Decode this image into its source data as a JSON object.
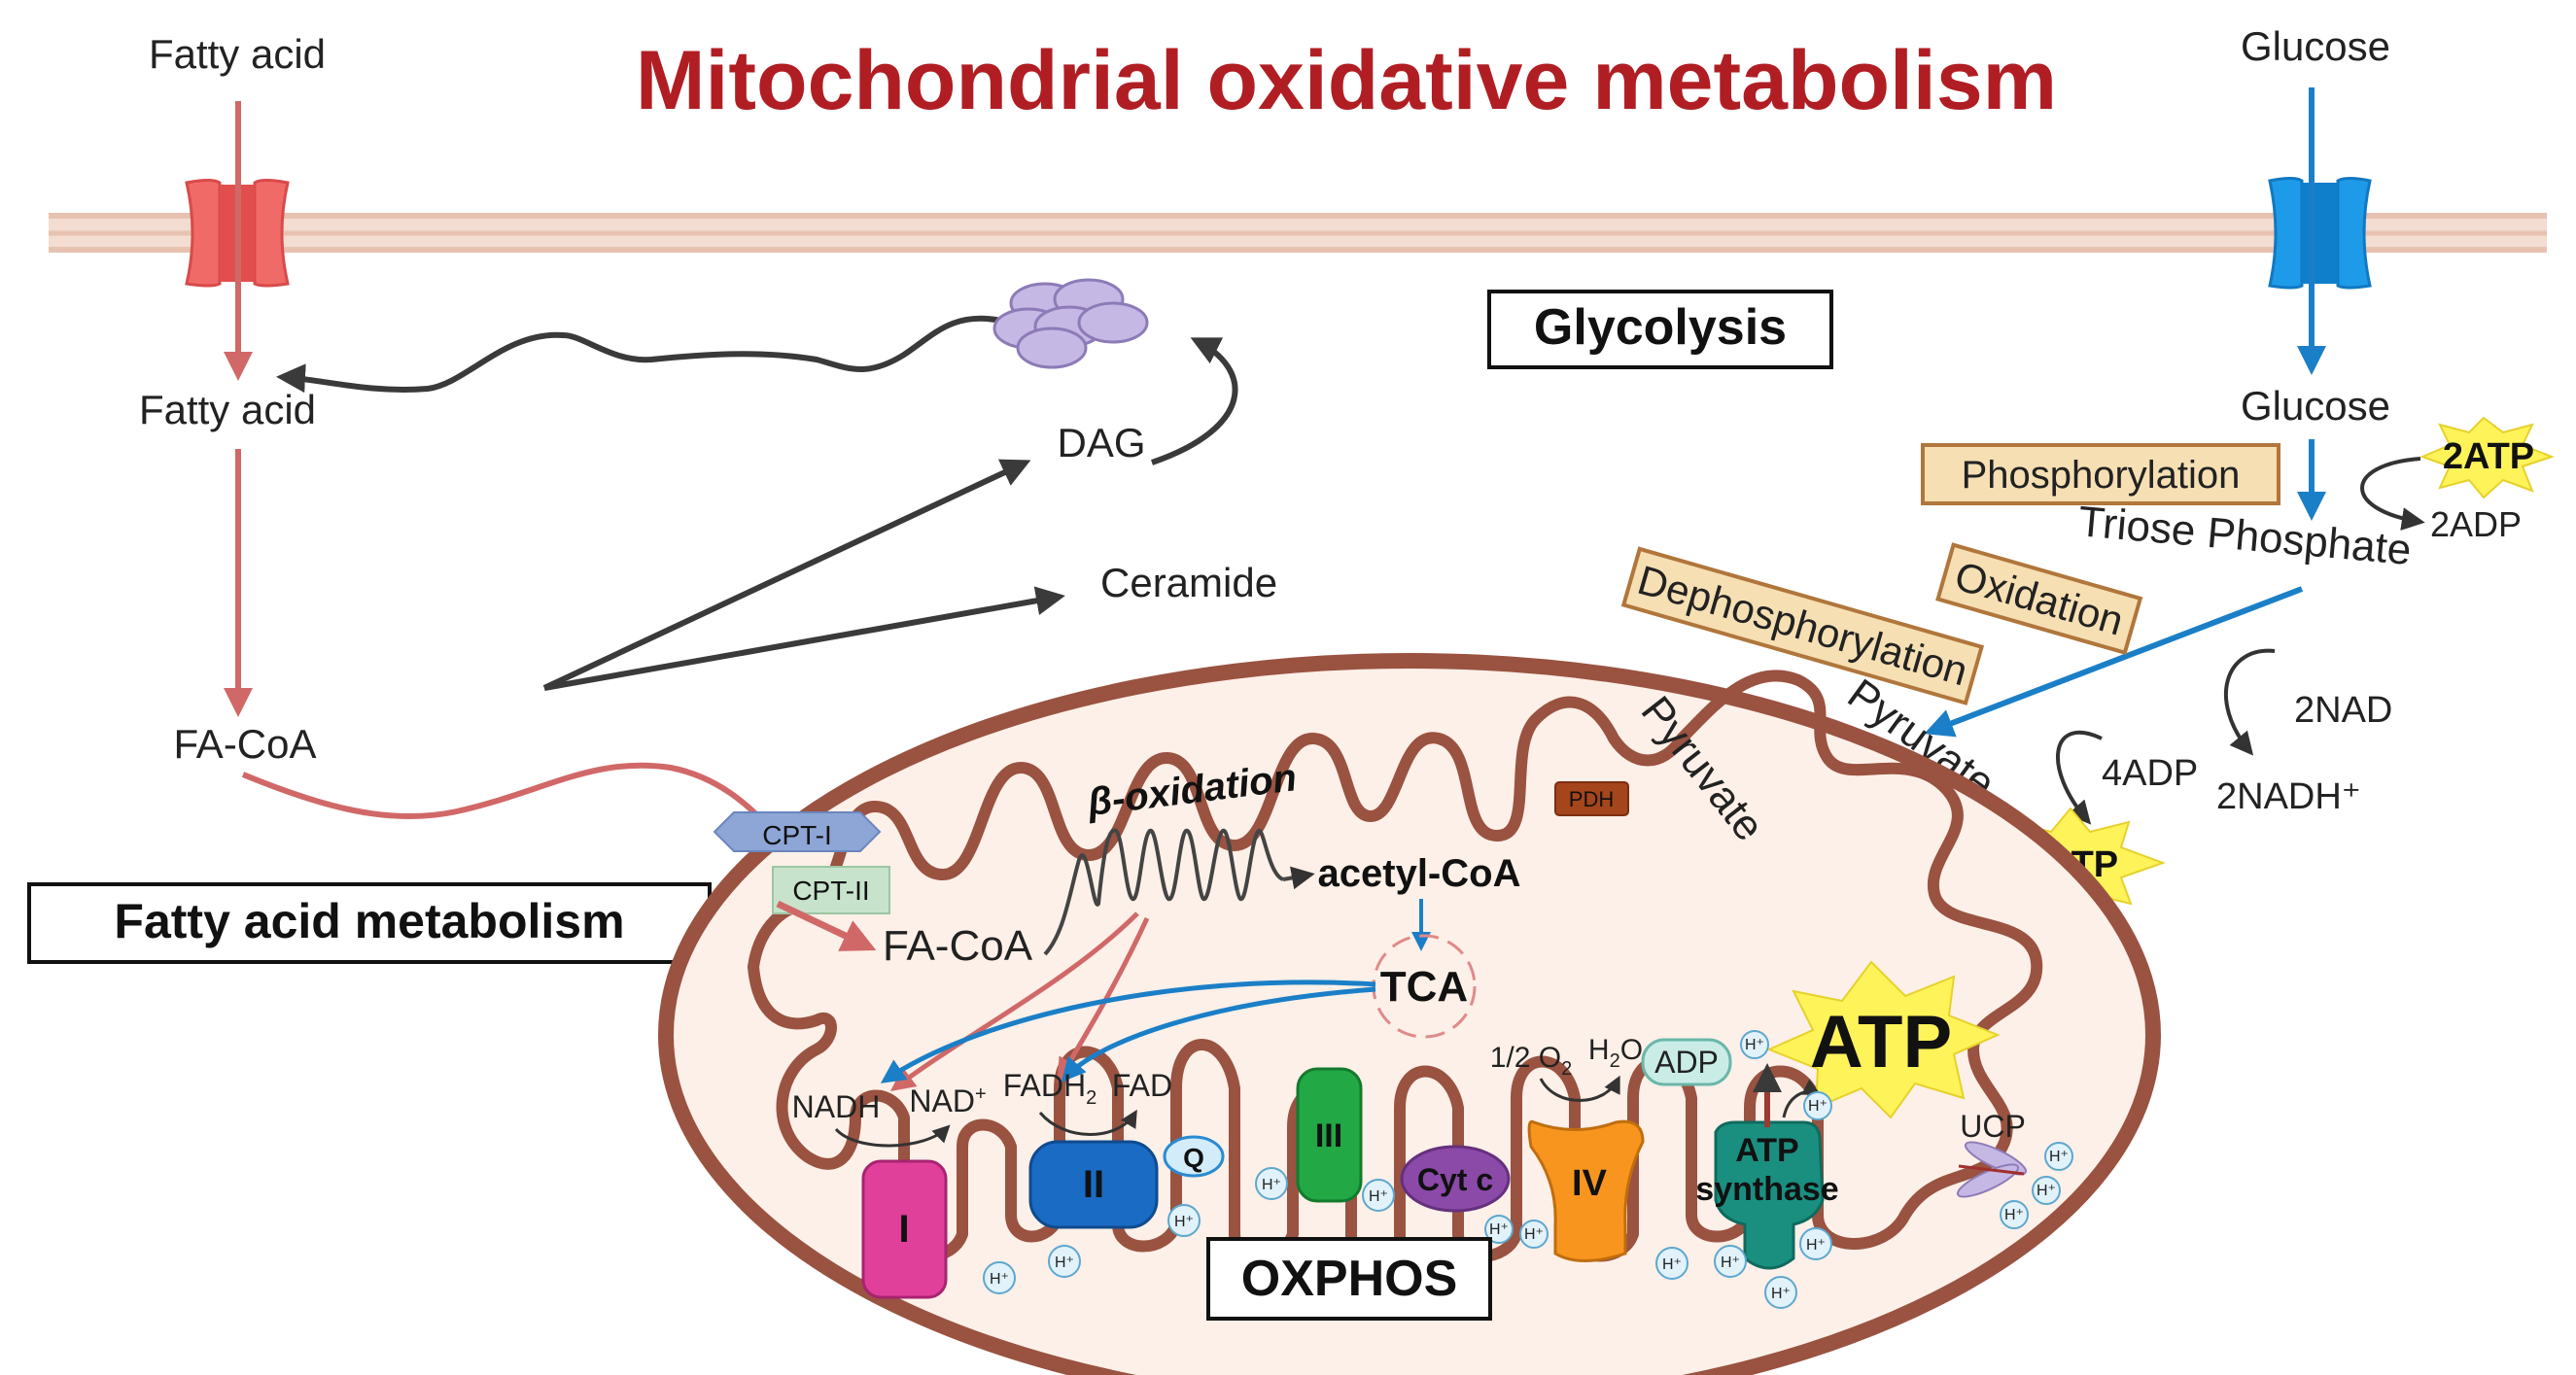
{
  "title": "Mitochondrial oxidative metabolism",
  "colors": {
    "title": "#b01e23",
    "fatty_arrow": "#d16868",
    "glucose_arrow": "#1b7fc7",
    "dark_arrow": "#3a3a3a",
    "membrane": "#e9c8b8",
    "mito_outline": "#9a5241",
    "mito_fill": "#fdf0e8",
    "label_box_fill": "#f6dfb3",
    "label_box_border": "#b0763b",
    "star_fill": "#fff35a"
  },
  "inputs": {
    "fatty_acid_top": "Fatty acid",
    "glucose_top": "Glucose"
  },
  "fatty_acid_metabolism": {
    "fatty_acid": "Fatty acid",
    "fa_coa": "FA-CoA",
    "dag": "DAG",
    "ceramide": "Ceramide",
    "section_label": "Fatty acid metabolism",
    "cpt1": "CPT-I",
    "cpt2": "CPT-II",
    "fa_coa_matrix": "FA-CoA",
    "beta_oxidation": "β-oxidation"
  },
  "glycolysis": {
    "section_label": "Glycolysis",
    "glucose": "Glucose",
    "phosphorylation": "Phosphorylation",
    "atp_in": "2ATP",
    "adp_out": "2ADP",
    "triose_phosphate": "Triose Phosphate",
    "dephosphorylation": "Dephosphorylation",
    "oxidation": "Oxidation",
    "pyruvate_cytosol": "Pyruvate",
    "pyruvate_matrix": "Pyruvate",
    "nad": "2NAD",
    "nadh": "2NADH⁺",
    "adp4": "4ADP",
    "atp4": "4ATP"
  },
  "mitochondrion": {
    "pdh": "PDH",
    "acetyl_coa": "acetyl-CoA",
    "tca": "TCA",
    "nadh": "NADH",
    "nad": "NAD",
    "nad_sup": "+",
    "fadh2": "FADH",
    "fadh2_sub": "2",
    "fad": "FAD",
    "complex_i": "I",
    "complex_ii": "II",
    "q": "Q",
    "complex_iii": "III",
    "cyt_c": "Cyt c",
    "complex_iv": "IV",
    "half_o2": "1/2 O",
    "o2_sub": "2",
    "h2o_h": "H",
    "h2o_sub": "2",
    "h2o_o": "O",
    "adp": "ADP",
    "atp": "ATP",
    "atp_synthase_line1": "ATP",
    "atp_synthase_line2": "synthase",
    "ucp": "UCP",
    "proton": "H⁺",
    "oxphos": "OXPHOS"
  }
}
